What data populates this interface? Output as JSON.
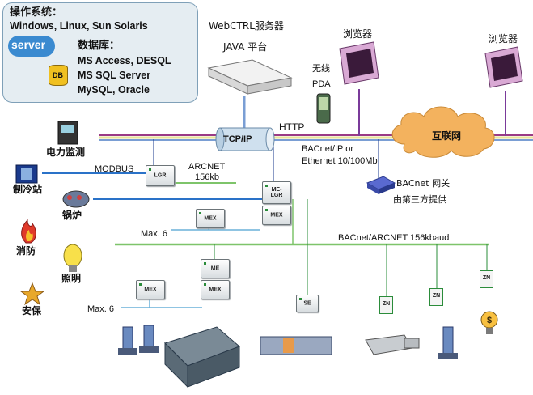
{
  "infobox": {
    "os_label": "操作系统：",
    "os_list": "Windows, Linux, Sun Solaris",
    "server_label": "server",
    "db_icon_label": "DB",
    "db_label": "数据库：",
    "db_line1": "MS Access, DESQL",
    "db_line2": "MS SQL Server",
    "db_line3": "MySQL, Oracle"
  },
  "server": {
    "title": "WebCTRL服务器",
    "platform": "JAVA 平台"
  },
  "network": {
    "tcpip": "TCP/IP",
    "http": "HTTP",
    "internet": "互联网",
    "wireless": "无线",
    "pda": "PDA",
    "browser": "浏览器",
    "bacnet_ip": "BACnet/IP or",
    "ethernet": "Ethernet 10/100Mb",
    "gateway_line1": "BACnet 网关",
    "gateway_line2": "由第三方提供"
  },
  "subsystems": {
    "power": "电力监测",
    "chiller": "制冷站",
    "boiler": "锅炉",
    "fire": "消防",
    "lighting": "照明",
    "security": "安保"
  },
  "field": {
    "modbus": "MODBUS",
    "arcnet": "ARCNET",
    "arcnet_speed": "156kb",
    "max6_a": "Max. 6",
    "max6_b": "Max. 6",
    "bacnet_arcnet": "BACnet/ARCNET 156kbaud"
  },
  "modules": {
    "lgr": "LGR",
    "me_lgr_1": "ME-",
    "me_lgr_2": "LGR",
    "mex": "MEX",
    "me": "ME",
    "se": "SE",
    "zn": "ZN"
  },
  "colors": {
    "trunk_top": "#9a3a86",
    "trunk_mid": "#e9e39a",
    "trunk_bot": "#7a9ed4",
    "arcnet_line": "#7ec46a",
    "modbus_line": "#2a72c8",
    "field_line": "#2a8c3a",
    "cloud": "#f3b25e",
    "infobox_bg": "#e5edf2"
  }
}
